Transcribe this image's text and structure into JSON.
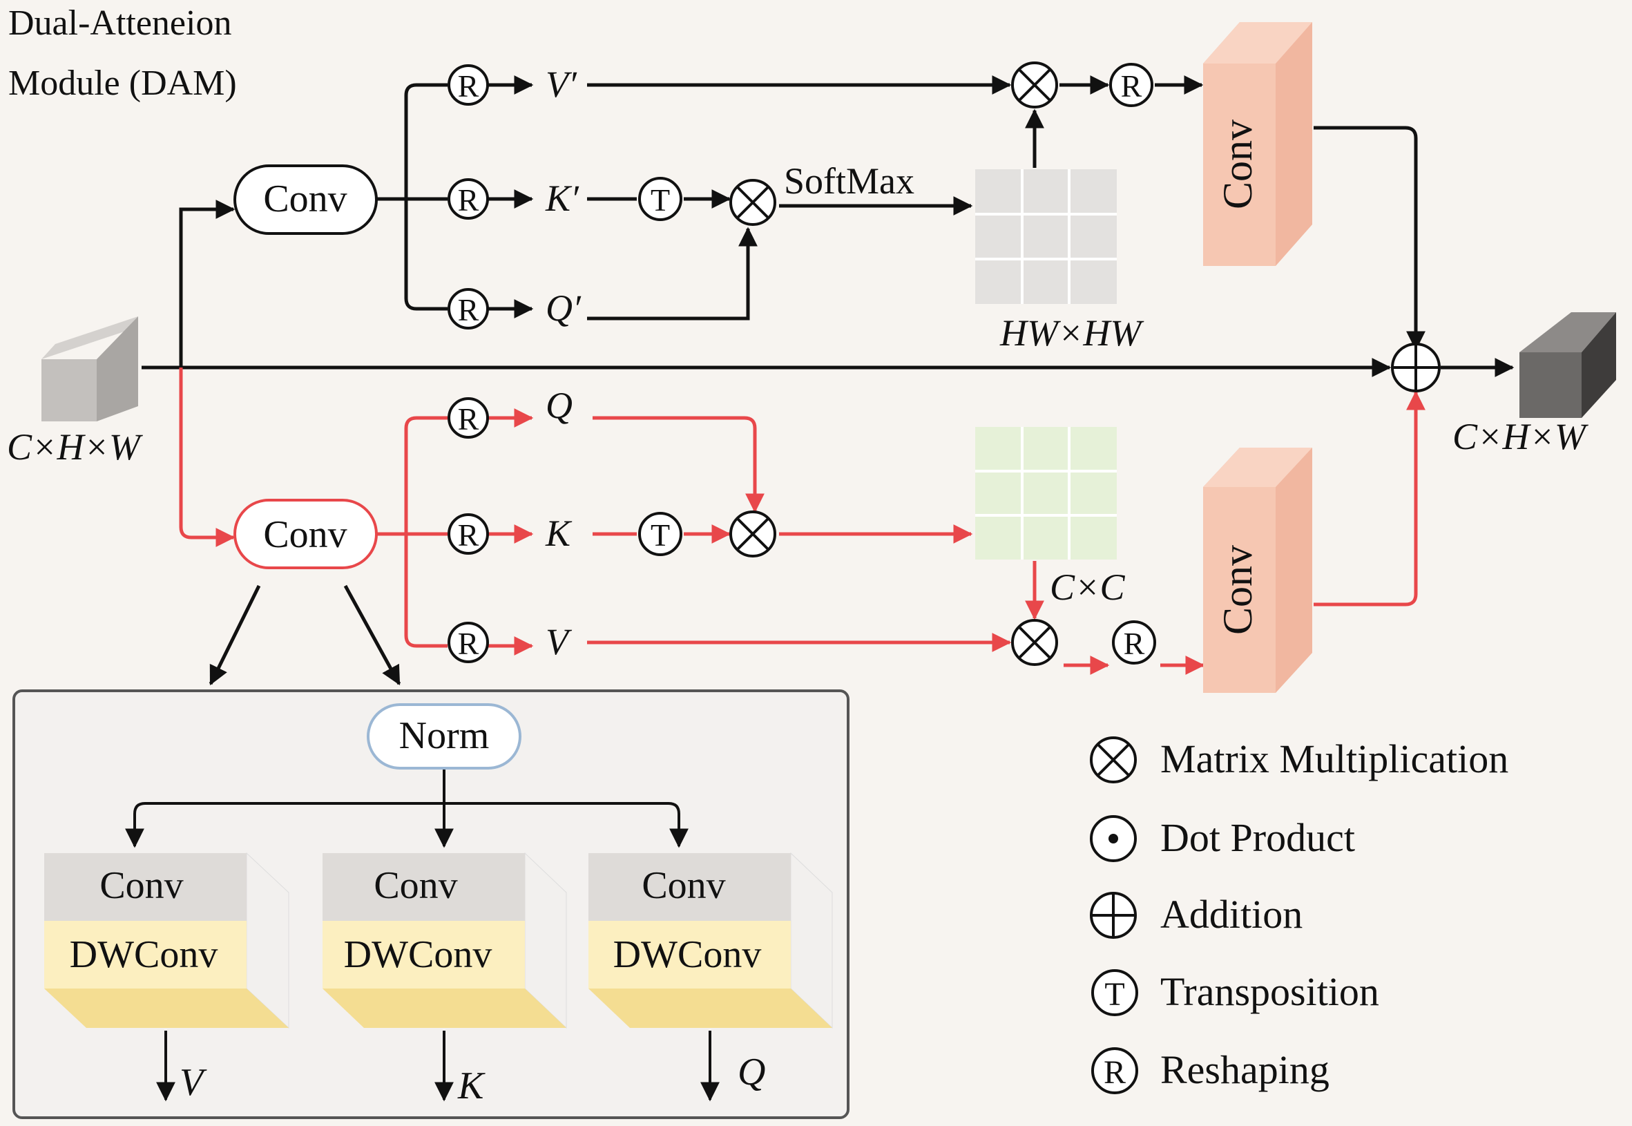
{
  "title": [
    "Dual-Atteneion",
    "Module (DAM)"
  ],
  "input_label": "C×H×W",
  "output_label": "C×H×W",
  "top_branch": {
    "conv": "Conv",
    "v": "V′",
    "k": "K′",
    "q": "Q′",
    "softmax": "SoftMax",
    "matrix_label": "HW×HW",
    "conv_block": "Conv"
  },
  "bottom_branch": {
    "conv": "Conv",
    "q": "Q",
    "k": "K",
    "v": "V",
    "matrix_label": "C×C",
    "conv_block": "Conv"
  },
  "ops": {
    "reshape": "R",
    "transpose": "T"
  },
  "detail": {
    "norm": "Norm",
    "blocks": [
      {
        "top": "Conv",
        "bottom": "DWConv",
        "output": "V"
      },
      {
        "top": "Conv",
        "bottom": "DWConv",
        "output": "K"
      },
      {
        "top": "Conv",
        "bottom": "DWConv",
        "output": "Q"
      }
    ]
  },
  "legend": [
    {
      "symbol": "otimes",
      "label": "Matrix Multiplication"
    },
    {
      "symbol": "odot",
      "label": "Dot Product"
    },
    {
      "symbol": "oplus",
      "label": "Addition"
    },
    {
      "symbol": "T",
      "label": "Transposition"
    },
    {
      "symbol": "R",
      "label": "Reshaping"
    }
  ],
  "colors": {
    "black_path": "#111111",
    "red_path": "#e8474a",
    "conv_block": "#f6c7b2",
    "matrix_top": "#e6e4e2",
    "matrix_bottom": "#e9f3dc",
    "dwconv": "#fcefc0"
  }
}
